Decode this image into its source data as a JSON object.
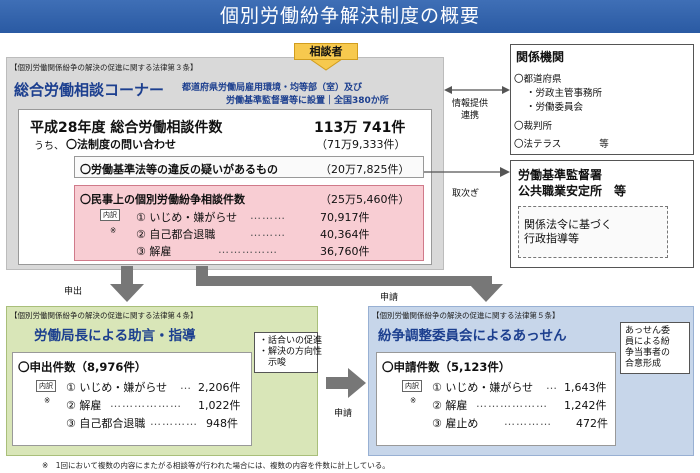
{
  "title": "個別労働紛争解決制度の概要",
  "consult_tag": "相談者",
  "corner": {
    "law": "【個別労働関係紛争の解決の促進に関する法律第３条】",
    "name": "総合労働相談コーナー",
    "place_line1": "都道府県労働局雇用環境・均等部（室）及び",
    "place_line2": "労働基準監督署等に設置｜全国380か所",
    "total_label": "平成28年度 総合労働相談件数",
    "total_value": "113万 741件",
    "sub_prefix": "うち、",
    "inquiry_label": "〇法制度の問い合わせ",
    "inquiry_value": "（71万9,333件）",
    "violation_label": "〇労働基準法等の違反の疑いがあるもの",
    "violation_value": "（20万7,825件）",
    "civil_label": "〇民事上の個別労働紛争相談件数",
    "civil_value": "（25万5,460件）",
    "breakdown_tag": "内訳",
    "mark": "※",
    "items": [
      {
        "label": "① いじめ・嫌がらせ",
        "dots": "………",
        "value": "70,917件"
      },
      {
        "label": "② 自己都合退職",
        "dots": "………",
        "value": "40,364件"
      },
      {
        "label": "③ 解雇",
        "dots": "……………",
        "value": "36,760件"
      }
    ]
  },
  "related": {
    "title": "関係機関",
    "items": [
      "〇都道府県",
      "・労政主管事務所",
      "・労働委員会",
      "〇裁判所",
      "〇法テラス　　　　等"
    ]
  },
  "info_provide": "情報提供\n連携",
  "handoff": "取次ぎ",
  "inspection": {
    "line1": "労働基準監督署",
    "line2": "公共職業安定所　等",
    "guidance": "関係法令に基づく\n行政指導等"
  },
  "apply_left": "申出",
  "apply_top": "申請",
  "apply_mid": "申請",
  "advice": {
    "law": "【個別労働関係紛争の解決の促進に関する法律第４条】",
    "title": "労働局長による助言・指導",
    "bubble": "・話合いの促進\n・解決の方向性\n　示唆",
    "count_label": "〇申出件数（8,976件）",
    "breakdown_tag": "内訳",
    "mark": "※",
    "items": [
      {
        "label": "① いじめ・嫌がらせ",
        "dots": "…",
        "value": "2,206件"
      },
      {
        "label": "② 解雇",
        "dots": "………………",
        "value": "1,022件"
      },
      {
        "label": "③ 自己都合退職",
        "dots": "…………",
        "value": "948件"
      }
    ]
  },
  "mediation": {
    "law": "【個別労働関係紛争の解決の促進に関する法律第５条】",
    "title": "紛争調整委員会によるあっせん",
    "bubble": "あっせん委\n員による紛\n争当事者の\n合意形成",
    "count_label": "〇申請件数（5,123件）",
    "breakdown_tag": "内訳",
    "mark": "※",
    "items": [
      {
        "label": "① いじめ・嫌がらせ",
        "dots": "…",
        "value": "1,643件"
      },
      {
        "label": "② 解雇",
        "dots": "………………",
        "value": "1,242件"
      },
      {
        "label": "③ 雇止め",
        "dots": "…………",
        "value": "472件"
      }
    ]
  },
  "footnote": "※　1回において複数の内容にまたがる相談等が行われた場合には、複数の内容を件数に計上している。"
}
